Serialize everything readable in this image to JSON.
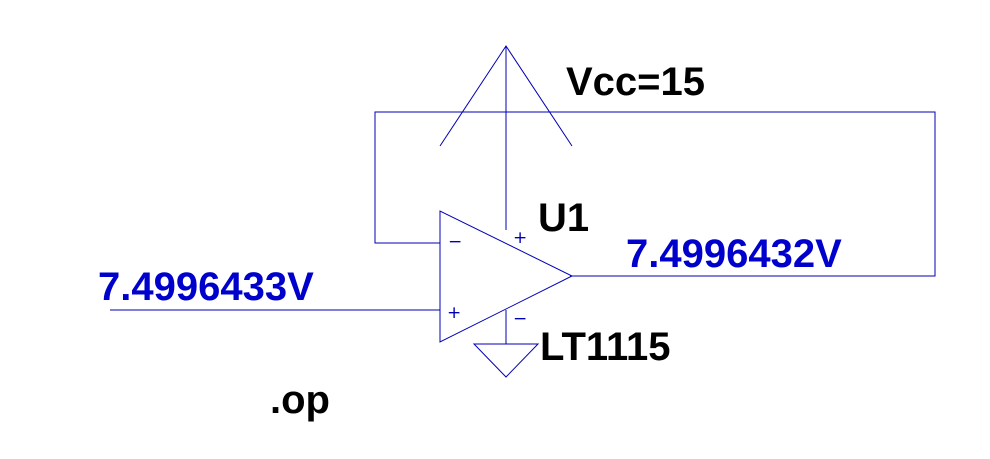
{
  "supply": {
    "label": "Vcc=15"
  },
  "opamp": {
    "ref": "U1",
    "model": "LT1115",
    "pins": {
      "inverting": "−",
      "noninverting": "+",
      "vplus": "+",
      "vminus": "−"
    }
  },
  "nodes": {
    "input_voltage": "7.4996433V",
    "output_voltage": "7.4996432V"
  },
  "directive": ".op",
  "colors": {
    "wire": "#0000b4",
    "node_label": "#0000cc",
    "text": "#000000"
  }
}
